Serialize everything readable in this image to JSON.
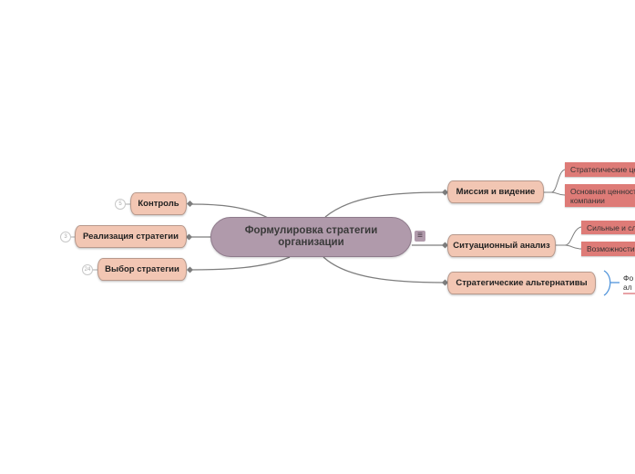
{
  "central": {
    "label": "Формулировка стратегии организации"
  },
  "left_branches": [
    {
      "label": "Контроль",
      "collapsed_count": "5"
    },
    {
      "label": "Реализация стратегии",
      "collapsed_count": "3"
    },
    {
      "label": "Выбор стратегии",
      "collapsed_count": "24"
    }
  ],
  "right_branches": [
    {
      "label": "Миссия и видение",
      "children": [
        "Стратегические це",
        "Основная ценность компании"
      ]
    },
    {
      "label": "Ситуационный анализ",
      "children": [
        "Сильные и сл",
        "Возможности"
      ]
    },
    {
      "label": "Стратегические альтернативы",
      "children": [
        "Фо ал"
      ]
    }
  ],
  "note_icon": "notes-icon",
  "colors": {
    "central_fill": "#b09aab",
    "main_fill": "#f2c6b3",
    "sub_fill": "#de7b77",
    "link": "#7d7d7d",
    "bracket": "#4a90d9",
    "underline": "#d9646a"
  }
}
